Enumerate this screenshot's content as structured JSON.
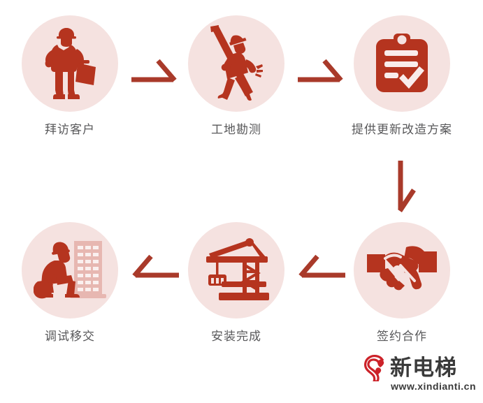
{
  "diagram": {
    "type": "process-flow",
    "title": "",
    "colors": {
      "badge_background": "#f5e2e0",
      "icon_red": "#b5341f",
      "arrow_red": "#a93a2a",
      "label_gray": "#58585a",
      "page_background": "#ffffff",
      "logo_red": "#cc2229"
    },
    "steps": [
      {
        "index": "1",
        "label": "拜访客户",
        "icon": "worker-with-toolbox-icon"
      },
      {
        "index": "2",
        "label": "工地勘测",
        "icon": "surveyor-with-pole-icon"
      },
      {
        "index": "3",
        "label": "提供更新改造方案",
        "icon": "clipboard-checklist-icon"
      },
      {
        "index": "4",
        "label": "签约合作",
        "icon": "handshake-icon"
      },
      {
        "index": "5",
        "label": "安装完成",
        "icon": "tower-crane-icon"
      },
      {
        "index": "6",
        "label": "调试移交",
        "icon": "worker-with-building-icon"
      }
    ],
    "connectors": [
      {
        "name": "arrow-step1-to-step2",
        "direction": "right"
      },
      {
        "name": "arrow-step2-to-step3",
        "direction": "right"
      },
      {
        "name": "arrow-step3-to-step4",
        "direction": "down"
      },
      {
        "name": "arrow-step4-to-step5",
        "direction": "left"
      },
      {
        "name": "arrow-step5-to-step6",
        "direction": "left"
      }
    ]
  },
  "watermark": {
    "brand_name": "新电梯",
    "url": "www.xindianti.cn",
    "mark": "stylized-e-heart-logo"
  }
}
